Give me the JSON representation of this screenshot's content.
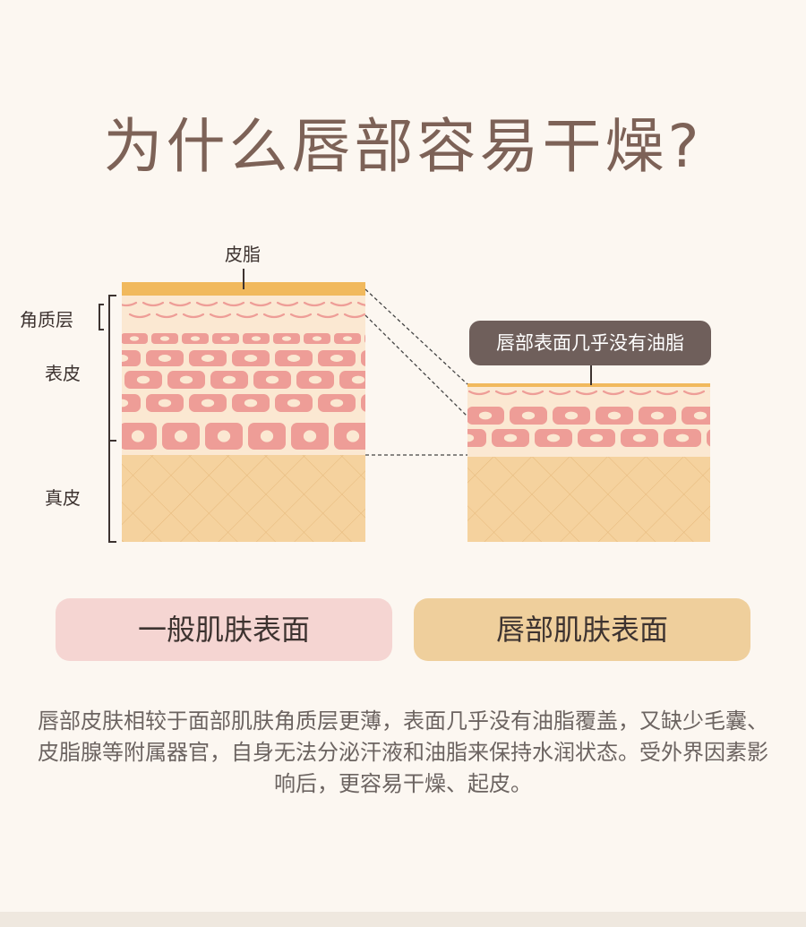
{
  "title": "为什么唇部容易干燥?",
  "diagram": {
    "labels": {
      "sebum": "皮脂",
      "stratum_corneum": "角质层",
      "epidermis": "表皮",
      "dermis": "真皮"
    },
    "callout": "唇部表面几乎没有油脂"
  },
  "comparison": {
    "left": "一般肌肤表面",
    "right": "唇部肌肤表面"
  },
  "description": "唇部皮肤相较于面部肌肤角质层更薄，表面几乎没有油脂覆盖，又缺少毛囊、皮脂腺等附属器官，自身无法分泌汗液和油脂来保持水润状态。受外界因素影响后，更容易干燥、起皮。",
  "colors": {
    "background": "#fcf7f1",
    "title": "#7d6257",
    "sebum": "#f1b95d",
    "cell": "#ee9d97",
    "epidermis_bg": "#fbe8d2",
    "dermis": "#f5d29e",
    "callout_bg": "#6f5f5b",
    "pill_left": "#f5d5d2",
    "pill_right": "#efcf9c"
  }
}
